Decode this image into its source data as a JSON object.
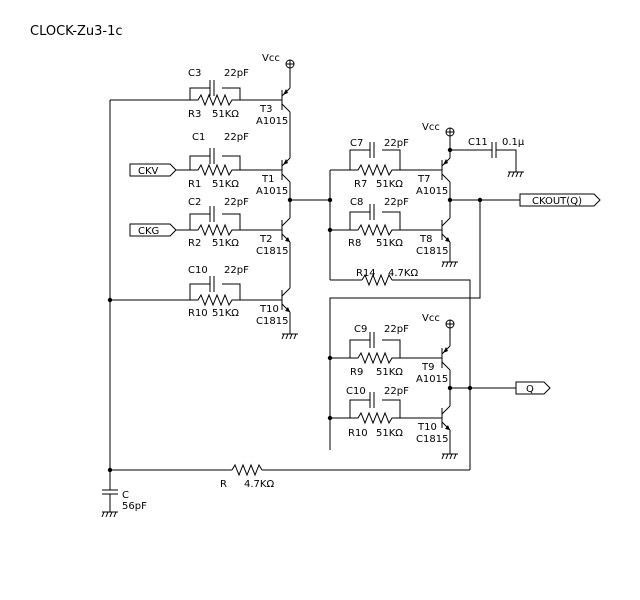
{
  "title": "CLOCK-Zu3-1c",
  "vcc": "Vcc",
  "ports": {
    "ckv": "CKV",
    "ckg": "CKG",
    "ckout": "CKOUT(Q)",
    "q": "Q_"
  },
  "parts": {
    "c3": "C3",
    "c3v": "22pF",
    "r3": "R3",
    "r3v": "51KΩ",
    "t3": "T3",
    "t3t": "A1015",
    "c1": "C1",
    "c1v": "22pF",
    "r1": "R1",
    "r1v": "51KΩ",
    "t1": "T1",
    "t1t": "A1015",
    "c2": "C2",
    "c2v": "22pF",
    "r2": "R2",
    "r2v": "51KΩ",
    "t2": "T2",
    "t2t": "C1815",
    "c10a": "C10",
    "c10av": "22pF",
    "r10a": "R10",
    "r10av": "51KΩ",
    "t10a": "T10",
    "t10at": "C1815",
    "c7": "C7",
    "c7v": "22pF",
    "r7": "R7",
    "r7v": "51KΩ",
    "t7": "T7",
    "t7t": "A1015",
    "c8": "C8",
    "c8v": "22pF",
    "r8": "R8",
    "r8v": "51KΩ",
    "t8": "T8",
    "t8t": "C1815",
    "c11": "C11",
    "c11v": "0.1μ",
    "r14": "R14",
    "r14v": "4.7KΩ",
    "c9": "C9",
    "c9v": "22pF",
    "r9": "R9",
    "r9v": "51KΩ",
    "t9": "T9",
    "t9t": "A1015",
    "c10b": "C10",
    "c10bv": "22pF",
    "r10b": "R10",
    "r10bv": "51KΩ",
    "t10b": "T10",
    "t10bt": "C1815",
    "r": "R",
    "rv": "4.7KΩ",
    "c": "C",
    "cv": "56pF"
  }
}
